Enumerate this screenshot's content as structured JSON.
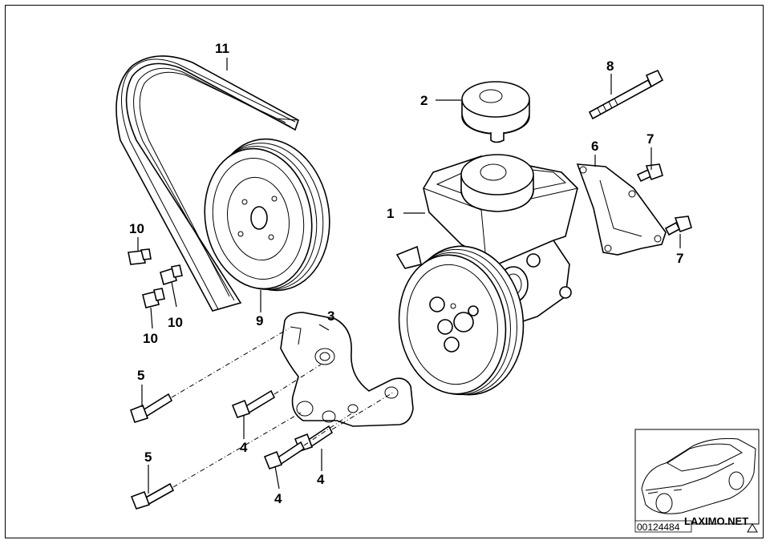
{
  "labels": {
    "l1": "1",
    "l2": "2",
    "l3": "3",
    "l4a": "4",
    "l4b": "4",
    "l4c": "4",
    "l5a": "5",
    "l5b": "5",
    "l6": "6",
    "l7a": "7",
    "l7b": "7",
    "l8": "8",
    "l9": "9",
    "l10a": "10",
    "l10b": "10",
    "l10c": "10",
    "l11": "11"
  },
  "diagram_number": "00124484",
  "logo": "LAXIMO.NET",
  "colors": {
    "line": "#000000",
    "background": "#ffffff",
    "shade": "#e8e8e8"
  }
}
